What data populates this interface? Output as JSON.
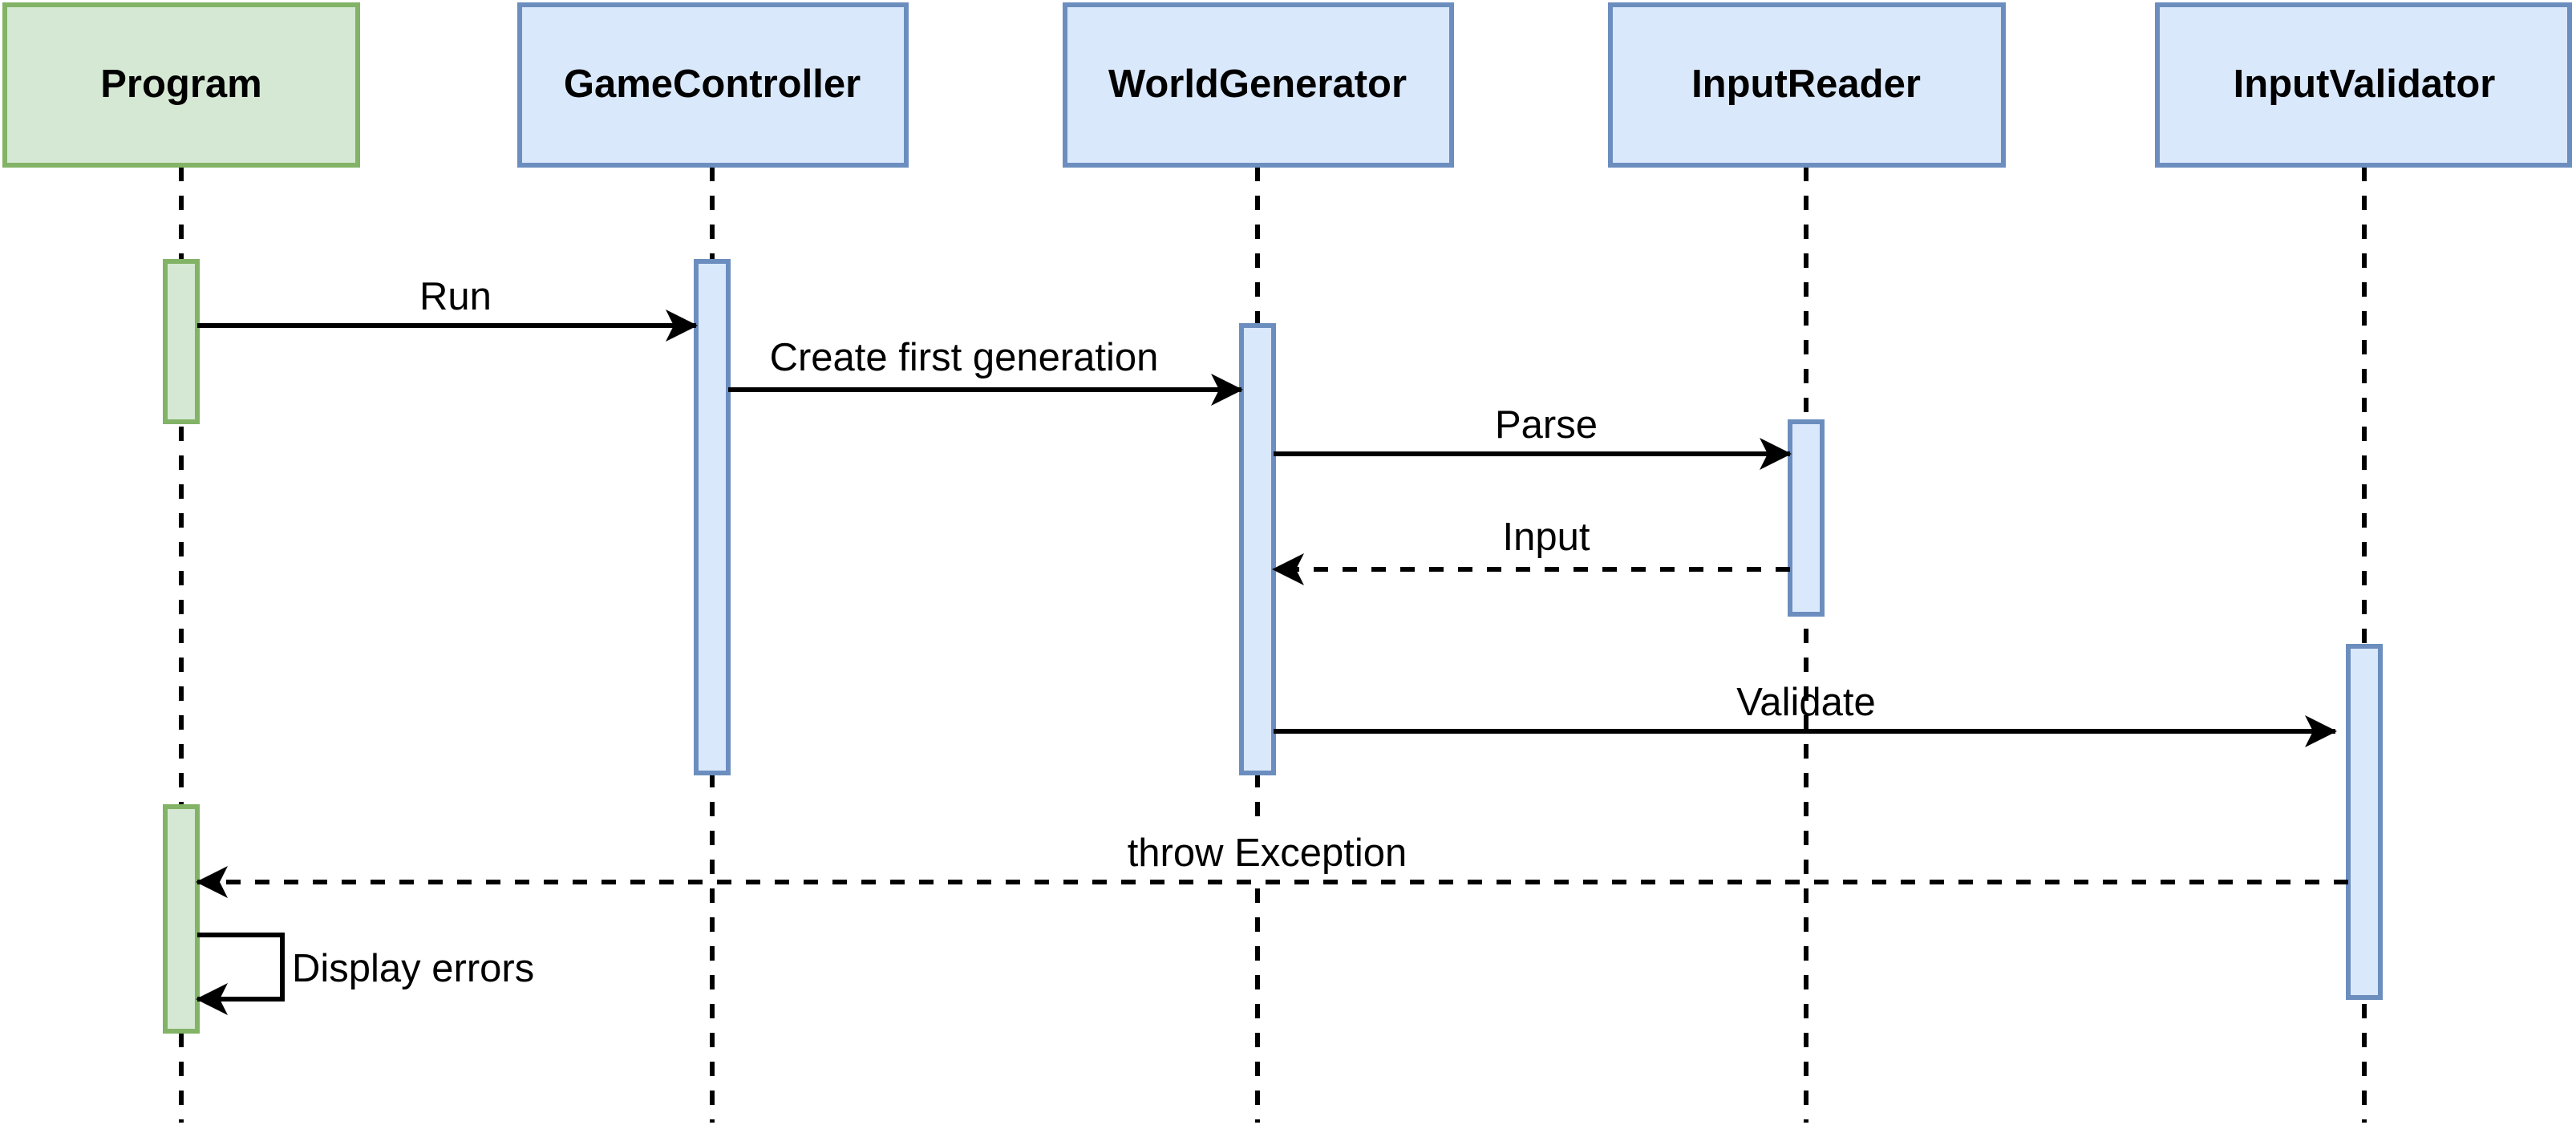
{
  "colors": {
    "green_fill": "#d5e8d4",
    "green_stroke": "#82b366",
    "blue_fill": "#dae8fc",
    "blue_stroke": "#6c8ebf",
    "line": "#000000"
  },
  "participants": [
    {
      "id": "program",
      "label": "Program",
      "color": "green"
    },
    {
      "id": "game_controller",
      "label": "GameController",
      "color": "blue"
    },
    {
      "id": "world_generator",
      "label": "WorldGenerator",
      "color": "blue"
    },
    {
      "id": "input_reader",
      "label": "InputReader",
      "color": "blue"
    },
    {
      "id": "input_validator",
      "label": "InputValidator",
      "color": "blue"
    }
  ],
  "messages": [
    {
      "label": "Run",
      "from": "program",
      "to": "game_controller",
      "style": "solid"
    },
    {
      "label": "Create first generation",
      "from": "game_controller",
      "to": "world_generator",
      "style": "solid"
    },
    {
      "label": "Parse",
      "from": "world_generator",
      "to": "input_reader",
      "style": "solid"
    },
    {
      "label": "Input",
      "from": "input_reader",
      "to": "world_generator",
      "style": "dashed"
    },
    {
      "label": "Validate",
      "from": "world_generator",
      "to": "input_validator",
      "style": "solid"
    },
    {
      "label": "throw Exception",
      "from": "input_validator",
      "to": "program",
      "style": "dashed"
    }
  ],
  "self_message": {
    "label": "Display errors",
    "participant": "program"
  }
}
